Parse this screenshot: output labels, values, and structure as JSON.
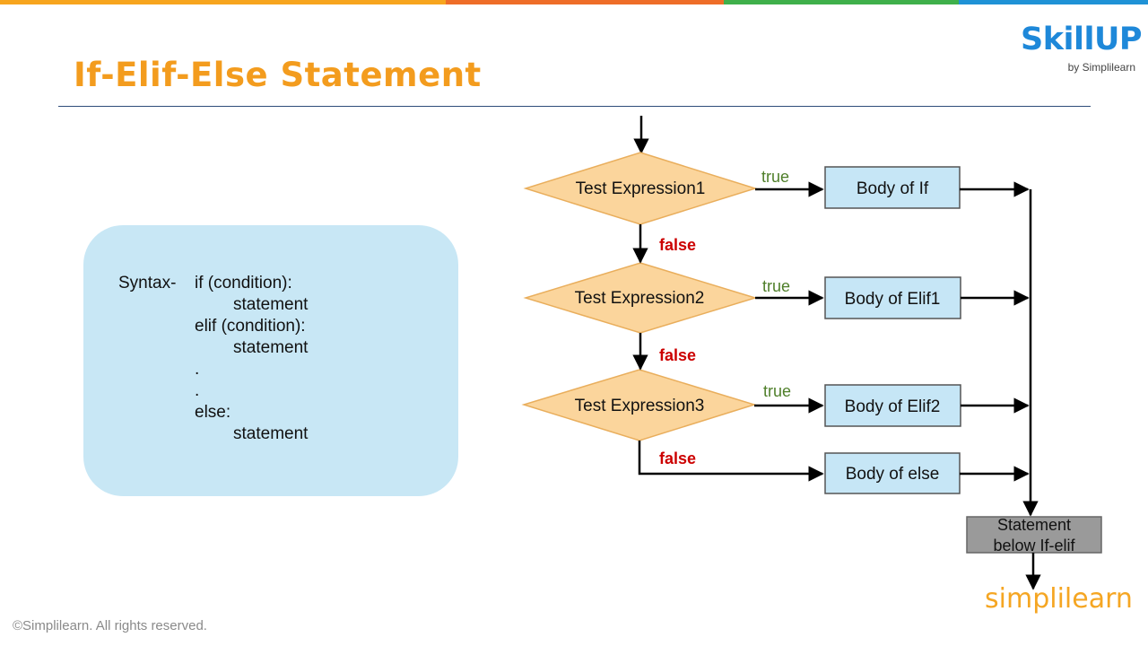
{
  "header": {
    "title": "If-Elif-Else Statement",
    "brand_main": "SkillUP",
    "brand_sub": "by Simplilearn"
  },
  "syntax": {
    "label": "Syntax-",
    "lines": [
      "if (condition):",
      "statement",
      "elif (condition):",
      "statement",
      ".",
      ".",
      "else:",
      "statement"
    ]
  },
  "flowchart": {
    "decisions": [
      "Test Expression1",
      "Test Expression2",
      "Test Expression3"
    ],
    "bodies": [
      "Body of If",
      "Body of Elif1",
      "Body of Elif2",
      "Body of else"
    ],
    "true_label": "true",
    "false_label": "false",
    "statement_below": [
      "Statement",
      "below If-elif"
    ]
  },
  "footer": {
    "copyright": "©Simplilearn. All rights reserved.",
    "logo": "simplilearn"
  },
  "colors": {
    "title": "#f39c1e",
    "brand_blue": "#1e88d9",
    "brand_orange": "#f5a623",
    "syntax_box": "#c8e7f5",
    "diamond_fill": "#fbd59c",
    "diamond_stroke": "#e9ae5c",
    "body_fill": "#c6e6f6",
    "body_stroke": "#555555",
    "statement_fill": "#9a9a9a",
    "true_text": "#4f7f2a",
    "false_text": "#cc0000",
    "footer_logo": "#f5a623",
    "topbar": [
      "#f7a51e",
      "#ee6d28",
      "#3fb04b",
      "#1f92d6"
    ]
  }
}
